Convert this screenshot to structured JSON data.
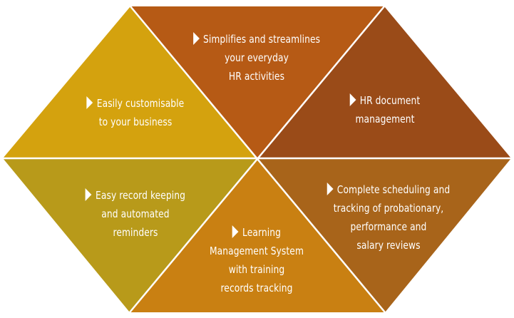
{
  "diagram": {
    "type": "hexagon-of-six-triangles",
    "colors": {
      "top_left": "#D4A20E",
      "top_middle": "#B65A15",
      "top_right": "#9A4B18",
      "bottom_left": "#B89A1A",
      "bottom_middle": "#C98012",
      "bottom_right": "#A8641A",
      "divider": "#ffffff",
      "text": "#ffffff"
    },
    "segments": [
      {
        "id": "top_left",
        "icon": "play-arrow-icon",
        "lines": [
          "Easily customisable",
          "to your business"
        ]
      },
      {
        "id": "top_middle",
        "icon": "play-arrow-icon",
        "lines": [
          "Simplifies and streamlines",
          "your everyday",
          "HR activities"
        ]
      },
      {
        "id": "top_right",
        "icon": "play-arrow-icon",
        "lines": [
          "HR document",
          "management"
        ]
      },
      {
        "id": "bottom_left",
        "icon": "play-arrow-icon",
        "lines": [
          "Easy record keeping",
          "and automated",
          "reminders"
        ]
      },
      {
        "id": "bottom_middle",
        "icon": "play-arrow-icon",
        "lines": [
          "Learning",
          "Management System",
          "with training",
          "records tracking"
        ]
      },
      {
        "id": "bottom_right",
        "icon": "play-arrow-icon",
        "lines": [
          "Complete scheduling and",
          "tracking of probationary,",
          "performance and",
          "salary reviews"
        ]
      }
    ]
  }
}
